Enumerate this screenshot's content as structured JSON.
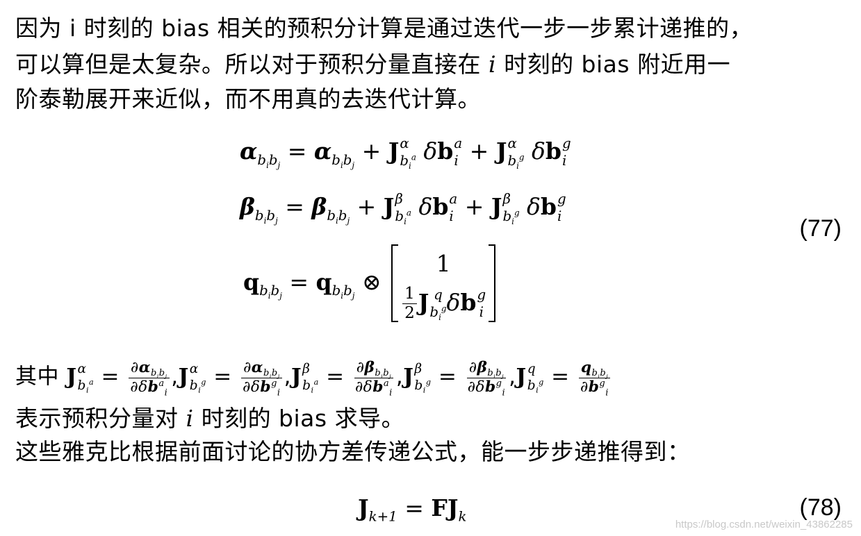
{
  "paragraph1": {
    "line1": "因为 i 时刻的 bias 相关的预积分计算是通过迭代一步一步累计递推的，",
    "line2_a": "可以算但是太复杂。所以对于预积分量直接在",
    "line2_i": "i",
    "line2_b": "时刻的 bias 附近用一",
    "line3": "阶泰勒展开来近似，而不用真的去迭代计算。"
  },
  "equation77": {
    "number": "(77)",
    "row1": "α",
    "row2": "β",
    "row3": "q",
    "matrix_top": "1",
    "half_num": "1",
    "half_den": "2"
  },
  "paragraph2": {
    "where_prefix": "其中",
    "line2_a": "表示预积分量对",
    "line2_i": "i",
    "line2_b": "时刻的 bias 求导。",
    "line3": "这些雅克比根据前面讨论的协方差传递公式，能一步步递推得到："
  },
  "equation78": {
    "number": "(78)",
    "lhs": "J",
    "lhs_sub": "k+1",
    "rhs": "FJ",
    "rhs_sub": "k"
  },
  "watermark": "https://blog.csdn.net/weixin_43862285"
}
